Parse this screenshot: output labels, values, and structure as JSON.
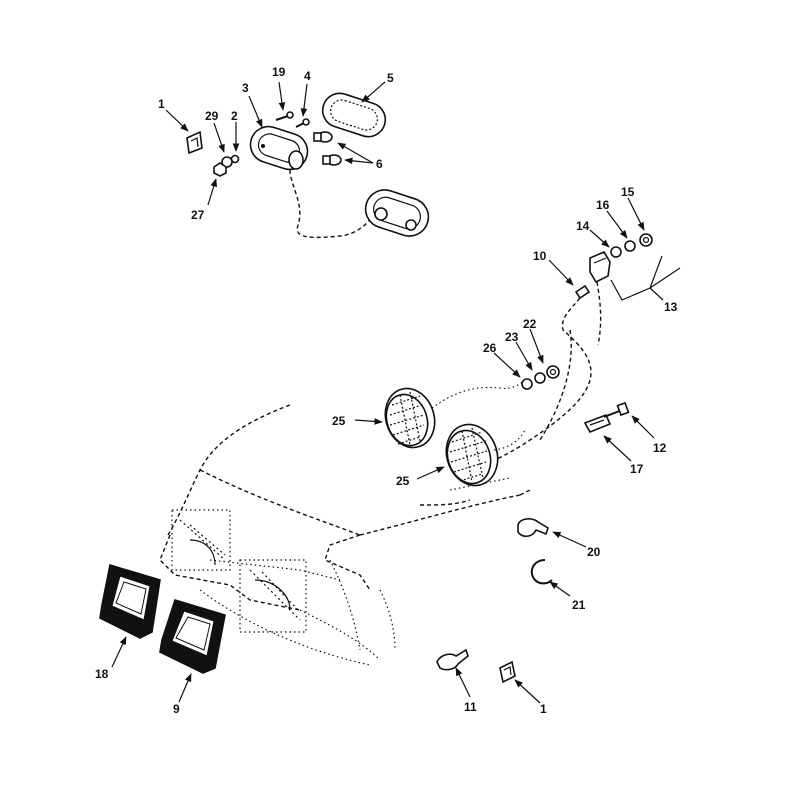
{
  "diagram": {
    "callouts": [
      {
        "id": "c1a",
        "text": "1"
      },
      {
        "id": "c29",
        "text": "29"
      },
      {
        "id": "c2",
        "text": "2"
      },
      {
        "id": "c3",
        "text": "3"
      },
      {
        "id": "c19",
        "text": "19"
      },
      {
        "id": "c4",
        "text": "4"
      },
      {
        "id": "c5",
        "text": "5"
      },
      {
        "id": "c6",
        "text": "6"
      },
      {
        "id": "c27",
        "text": "27"
      },
      {
        "id": "c15",
        "text": "15"
      },
      {
        "id": "c16",
        "text": "16"
      },
      {
        "id": "c14",
        "text": "14"
      },
      {
        "id": "c10",
        "text": "10"
      },
      {
        "id": "c13",
        "text": "13"
      },
      {
        "id": "c22",
        "text": "22"
      },
      {
        "id": "c23",
        "text": "23"
      },
      {
        "id": "c26",
        "text": "26"
      },
      {
        "id": "c25a",
        "text": "25"
      },
      {
        "id": "c25b",
        "text": "25"
      },
      {
        "id": "c12",
        "text": "12"
      },
      {
        "id": "c17",
        "text": "17"
      },
      {
        "id": "c20",
        "text": "20"
      },
      {
        "id": "c21",
        "text": "21"
      },
      {
        "id": "c18",
        "text": "18"
      },
      {
        "id": "c9",
        "text": "9"
      },
      {
        "id": "c11",
        "text": "11"
      },
      {
        "id": "c1b",
        "text": "1"
      }
    ],
    "colors": {
      "ink": "#111111",
      "paper": "#ffffff"
    }
  }
}
